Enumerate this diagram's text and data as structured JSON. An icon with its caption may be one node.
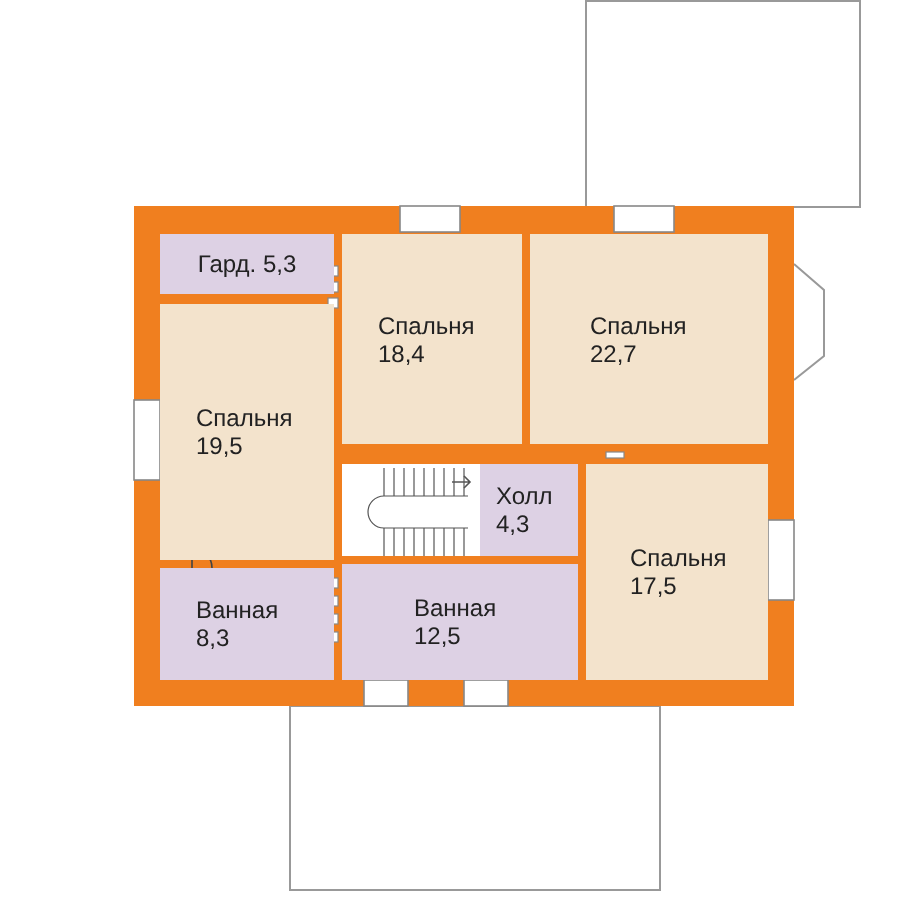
{
  "diagram": {
    "nodes": [
      {
        "text": [
          "Гард. 5,3"
        ]
      },
      {
        "text": [
          "Спальня",
          "18,4"
        ]
      },
      {
        "text": [
          "Спальня",
          "22,7"
        ]
      },
      {
        "text": [
          "Спальня",
          "19,5"
        ]
      },
      {
        "text": [
          "Холл",
          "4,3"
        ]
      },
      {
        "text": [
          "Спальня",
          "17,5"
        ]
      },
      {
        "text": [
          "Ванная",
          "8,3"
        ]
      },
      {
        "text": [
          "Ванная",
          "12,5"
        ]
      }
    ]
  }
}
